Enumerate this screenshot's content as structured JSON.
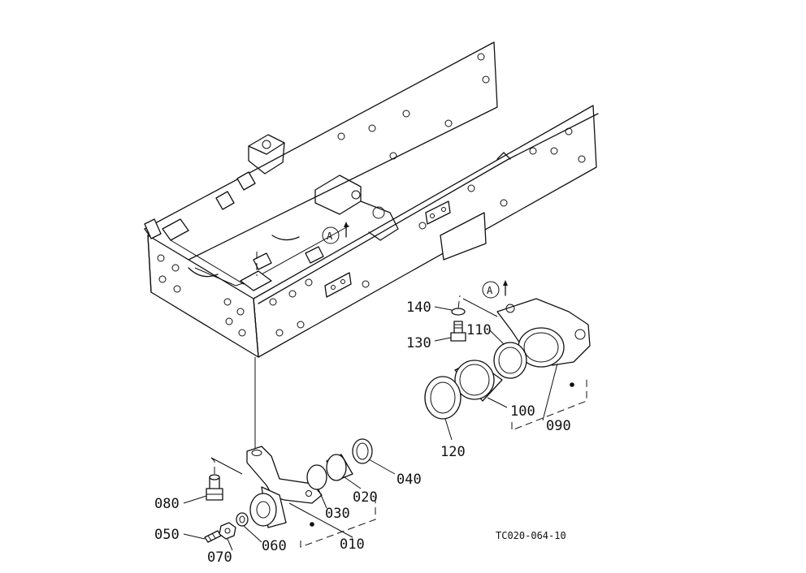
{
  "callouts": {
    "c010": "010",
    "c020": "020",
    "c030": "030",
    "c040": "040",
    "c050": "050",
    "c060": "060",
    "c070": "070",
    "c080": "080",
    "c090": "090",
    "c100": "100",
    "c110": "110",
    "c120": "120",
    "c130": "130",
    "c140": "140"
  },
  "reference_marks": {
    "frame_mark": "A",
    "bracket_mark": "A"
  },
  "drawing_code": "TC020-064-10"
}
